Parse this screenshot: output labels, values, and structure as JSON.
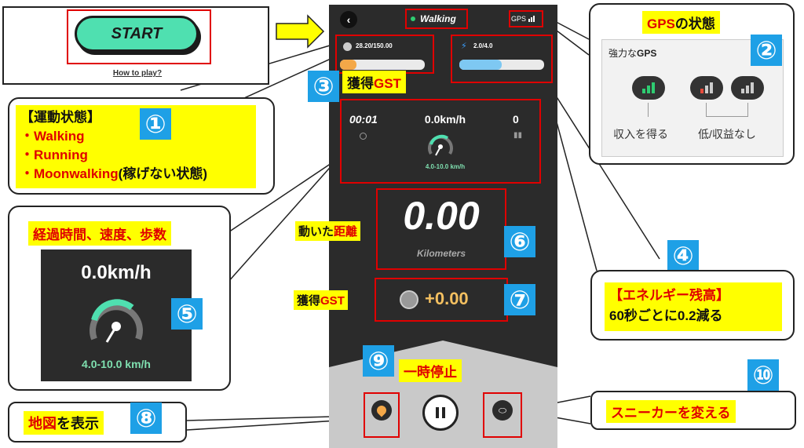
{
  "colors": {
    "accent_green": "#4fe0b0",
    "red_box": "#e00000",
    "badge_blue": "#1ea0e6",
    "highlight_yellow": "#ffff00",
    "phone_bg": "#2b2b2b"
  },
  "start_panel": {
    "button": "START",
    "link": "How to play?"
  },
  "header": {
    "status": "Walking",
    "gps": "GPS"
  },
  "gst_bar": {
    "label": "28.20/150.00",
    "fill": 0.19
  },
  "energy_bar": {
    "label": "2.0/4.0",
    "fill": 0.5
  },
  "stats": {
    "time": "00:01",
    "speed": "0.0km/h",
    "steps": "0",
    "range": "4.0-10.0 km/h"
  },
  "distance": {
    "value": "0.00",
    "unit": "Kilometers"
  },
  "earned": {
    "value": "+0.00"
  },
  "badges": [
    "①",
    "②",
    "③",
    "④",
    "⑤",
    "⑥",
    "⑦",
    "⑧",
    "⑨",
    "⑩"
  ],
  "callout1": {
    "title": "【運動状態】",
    "items": [
      "・Walking",
      "・Running"
    ],
    "moon_prefix": "・",
    "moon_word": "Moonwalking",
    "moon_suffix": "(稼げない状態)"
  },
  "callout2": {
    "title_part1": "GPS",
    "title_part2": "の状態",
    "header_prefix": "強力な",
    "header_bold": "GPS",
    "label_good": "収入を得る",
    "label_bad": "低/収益なし"
  },
  "label3": {
    "prefix": "獲得",
    "suffix": "GST"
  },
  "callout4": {
    "title": "【エネルギー残高】",
    "body": "60秒ごとに0.2減る"
  },
  "callout5": {
    "title": "経過時間、速度、歩数",
    "speed": "0.0km/h",
    "range": "4.0-10.0 km/h"
  },
  "label6": {
    "prefix": "動いた",
    "suffix": "距離"
  },
  "label7": {
    "prefix": "獲得",
    "suffix": "GST"
  },
  "label8": {
    "prefix": "地図",
    "suffix": "を表示"
  },
  "label9": {
    "text": "一時停止"
  },
  "label10": {
    "text": "スニーカーを変える"
  }
}
